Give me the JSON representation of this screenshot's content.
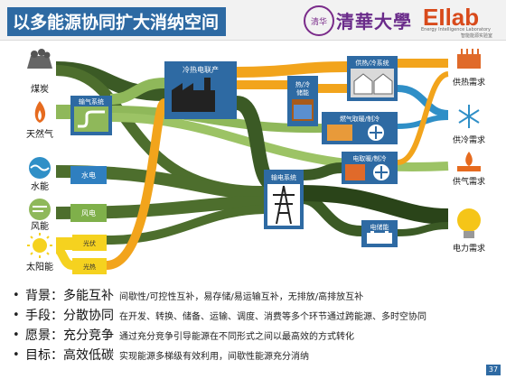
{
  "header": {
    "title": "以多能源协同扩大消纳空间",
    "logo_seal": "清华",
    "logo_thu": "清華大學",
    "logo_eilab": "EIlab",
    "logo_sub_en": "Energy Intelligence Laboratory",
    "logo_sub_cn": "智能能源实验室"
  },
  "sources": {
    "coal": "煤炭",
    "gas": "天然气",
    "hydro": "水能",
    "wind": "风能",
    "solar": "太阳能"
  },
  "nodes": {
    "chp": "冷热电联产",
    "gas_system": "输气系统",
    "heat_storage": "热/冷\n储能",
    "heat_supply": "供热/冷系统",
    "gas_heat": "燃气取暖/制冷",
    "elec_heat": "电取暖/制冷",
    "grid": "输电系统",
    "battery": "电储能",
    "hydro_power": "水电",
    "wind_power": "风电",
    "pv": "光伏",
    "solar_thermal": "光热"
  },
  "demands": {
    "heat": "供热需求",
    "cool": "供冷需求",
    "gas": "供气需求",
    "power": "电力需求"
  },
  "bullets": [
    {
      "key": "背景：多能互补",
      "text": "间歇性/可控性互补，易存储/易运输互补，无排放/高排放互补"
    },
    {
      "key": "手段：分散协同",
      "text": "在开发、转换、储备、运输、调度、消费等多个环节通过跨能源、多时空协同"
    },
    {
      "key": "愿景：充分竞争",
      "text": "通过充分竞争引导能源在不同形式之间以最高效的方式转化"
    },
    {
      "key": "目标：高效低碳",
      "text": "实现能源多梯级有效利用，间歇性能源充分消纳"
    }
  ],
  "bullet_mark": "•",
  "page_number": "37",
  "colors": {
    "flow_dark": "#3b5a25",
    "flow_gas": "#8fb85a",
    "flow_heat": "#f2a41c",
    "flow_elec": "#2f8fc7",
    "flow_solar": "#f5d21f",
    "node_box": "#2e6aa3",
    "title_bg": "#2e6aa3"
  }
}
